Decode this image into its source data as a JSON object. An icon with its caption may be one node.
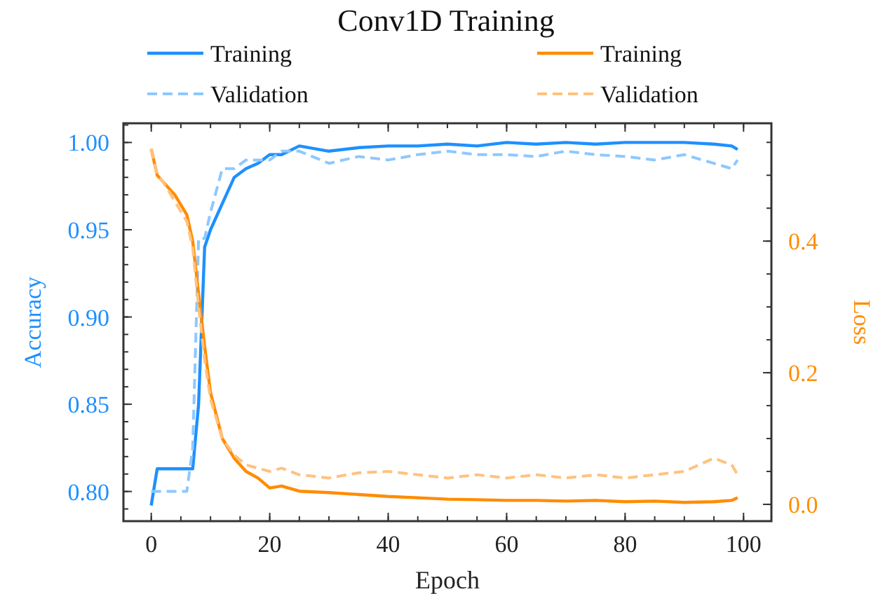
{
  "diagram": {
    "chart_data": [
      {
        "type": "line",
        "legend": "upper left",
        "title": "Conv1D Training",
        "xlabel": "Epoch",
        "ylabel": "Accuracy",
        "xlim": [
          -4.7,
          104.7
        ],
        "ylim": [
          0.783,
          1.011
        ],
        "xticks": [
          0,
          20,
          40,
          60,
          80,
          100
        ],
        "yticks": [
          {
            "value": 0.8,
            "label": "0.80"
          },
          {
            "value": 0.85,
            "label": "0.85"
          },
          {
            "value": 0.9,
            "label": "0.90"
          },
          {
            "value": 0.95,
            "label": "0.95"
          },
          {
            "value": 1.0,
            "label": "1.00"
          }
        ],
        "x": [
          0,
          1,
          2,
          4,
          6,
          7,
          8,
          9,
          10,
          12,
          14,
          16,
          18,
          20,
          22,
          25,
          30,
          35,
          40,
          45,
          50,
          55,
          60,
          65,
          70,
          75,
          80,
          85,
          90,
          95,
          98,
          99
        ],
        "series": [
          {
            "name": "Training",
            "color": "#1e90ff",
            "line_style": "solid",
            "values": [
              0.792,
              0.813,
              0.813,
              0.813,
              0.813,
              0.813,
              0.85,
              0.94,
              0.95,
              0.965,
              0.98,
              0.985,
              0.988,
              0.993,
              0.993,
              0.998,
              0.995,
              0.997,
              0.998,
              0.998,
              0.999,
              0.998,
              1.0,
              0.999,
              1.0,
              0.999,
              1.0,
              1.0,
              1.0,
              0.999,
              0.998,
              0.996
            ]
          },
          {
            "name": "Validation",
            "color": "#8ec8ff",
            "line_style": "dashed",
            "values": [
              0.8,
              0.8,
              0.8,
              0.8,
              0.8,
              0.825,
              0.945,
              0.945,
              0.96,
              0.985,
              0.985,
              0.99,
              0.99,
              0.99,
              0.995,
              0.995,
              0.988,
              0.992,
              0.99,
              0.993,
              0.995,
              0.993,
              0.993,
              0.992,
              0.995,
              0.993,
              0.992,
              0.99,
              0.993,
              0.988,
              0.985,
              0.99
            ]
          }
        ]
      },
      {
        "type": "line",
        "legend": "upper right",
        "ylabel": "Loss",
        "xlim": [
          -4.7,
          104.7
        ],
        "ylim": [
          -0.0255,
          0.579
        ],
        "yticks": [
          {
            "value": 0,
            "label": "0.0"
          },
          {
            "value": 0.2,
            "label": "0.2"
          },
          {
            "value": 0.4,
            "label": "0.4"
          }
        ],
        "x": [
          0,
          1,
          2,
          4,
          6,
          7,
          8,
          9,
          10,
          12,
          14,
          16,
          18,
          20,
          22,
          25,
          30,
          35,
          40,
          45,
          50,
          55,
          60,
          65,
          70,
          75,
          80,
          85,
          90,
          95,
          98,
          99
        ],
        "series": [
          {
            "name": "Training",
            "color": "#ff8c00",
            "line_style": "solid",
            "values": [
              0.54,
              0.5,
              0.49,
              0.47,
              0.44,
              0.4,
              0.32,
              0.24,
              0.17,
              0.1,
              0.07,
              0.05,
              0.04,
              0.025,
              0.028,
              0.02,
              0.018,
              0.015,
              0.012,
              0.01,
              0.008,
              0.007,
              0.006,
              0.006,
              0.005,
              0.006,
              0.004,
              0.005,
              0.003,
              0.004,
              0.006,
              0.01
            ]
          },
          {
            "name": "Validation",
            "color": "#ffc27f",
            "line_style": "dashed",
            "values": [
              0.54,
              0.5,
              0.49,
              0.46,
              0.43,
              0.39,
              0.3,
              0.22,
              0.16,
              0.1,
              0.075,
              0.06,
              0.055,
              0.05,
              0.055,
              0.045,
              0.04,
              0.048,
              0.05,
              0.045,
              0.04,
              0.045,
              0.04,
              0.045,
              0.04,
              0.045,
              0.04,
              0.045,
              0.05,
              0.07,
              0.06,
              0.045
            ]
          }
        ]
      }
    ]
  }
}
